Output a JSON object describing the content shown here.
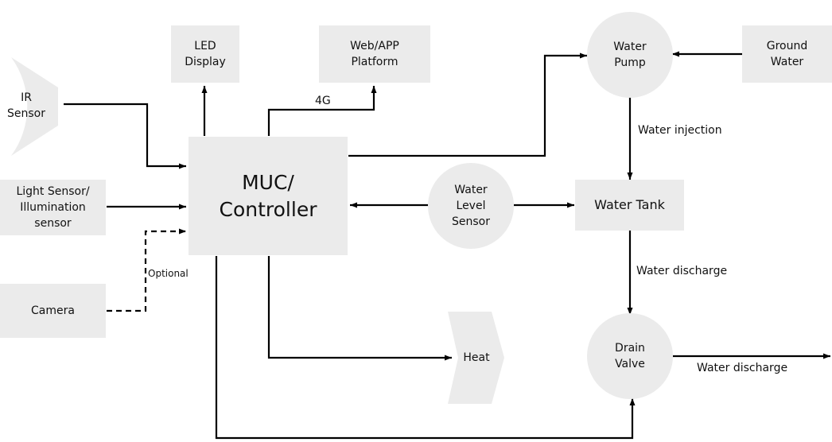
{
  "nodes": {
    "led_display": "LED\nDisplay",
    "web_app_platform": "Web/APP\nPlatform",
    "ir_sensor": "IR\nSensor",
    "light_sensor": "Light Sensor/\nIllumination\nsensor",
    "camera": "Camera",
    "controller": "MUC/\nController",
    "water_level_sensor": "Water\nLevel\nSensor",
    "water_pump": "Water\nPump",
    "ground_water": "Ground\nWater",
    "water_tank": "Water Tank",
    "drain_valve": "Drain\nValve",
    "heat": "Heat"
  },
  "edge_labels": {
    "four_g": "4G",
    "optional": "Optional",
    "water_injection": "Water injection",
    "water_discharge_tank": "Water discharge",
    "water_discharge_out": "Water discharge"
  },
  "colors": {
    "node_fill": "#ebebeb",
    "line": "#000000"
  }
}
